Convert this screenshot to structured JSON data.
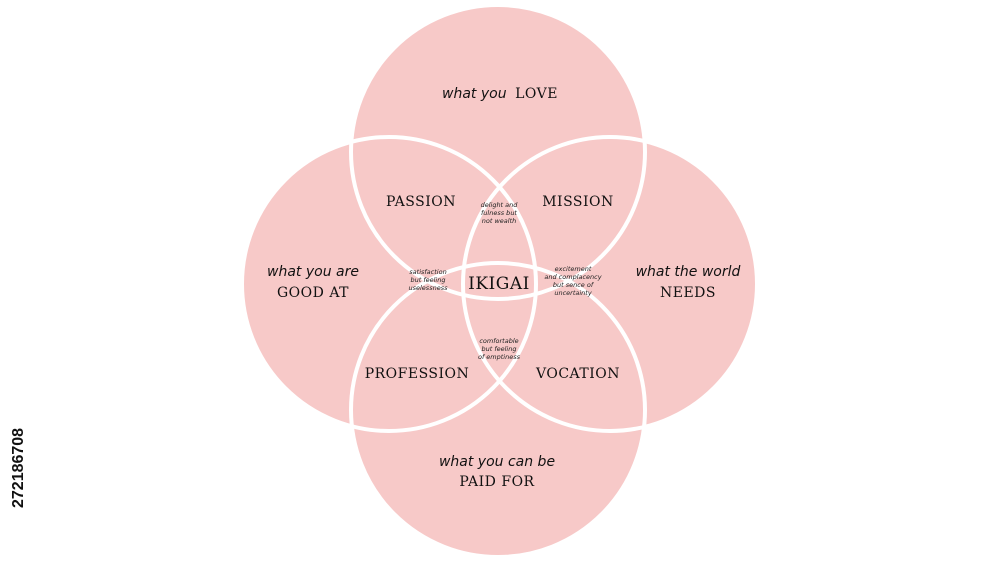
{
  "diagram": {
    "colors": {
      "fill": "#f7c9c8",
      "stroke": "#ffffff",
      "text": "#111111",
      "watermark": "#dddddd"
    },
    "circles": [
      {
        "id": "love",
        "lines": [
          "what you",
          "LOVE"
        ]
      },
      {
        "id": "good-at",
        "lines": [
          "what you are",
          "GOOD AT"
        ]
      },
      {
        "id": "world-needs",
        "lines": [
          "what the world",
          "NEEDS"
        ]
      },
      {
        "id": "paid-for",
        "lines": [
          "what you can be",
          "PAID FOR"
        ]
      }
    ],
    "overlaps": {
      "passion": "PASSION",
      "mission": "MISSION",
      "profession": "PROFESSION",
      "vocation": "VOCATION",
      "center": "IKIGAI"
    },
    "small_notes": {
      "top": [
        "delight and",
        "fulness but",
        "not wealth"
      ],
      "left": [
        "satisfaction",
        "but feeling",
        "uselessness"
      ],
      "right": [
        "excitement",
        "and complacency",
        "but sence of",
        "uncertainty"
      ],
      "bottom": [
        "comfortable",
        "but feeling",
        "of emptiness"
      ]
    }
  },
  "stock_id": "272186708"
}
